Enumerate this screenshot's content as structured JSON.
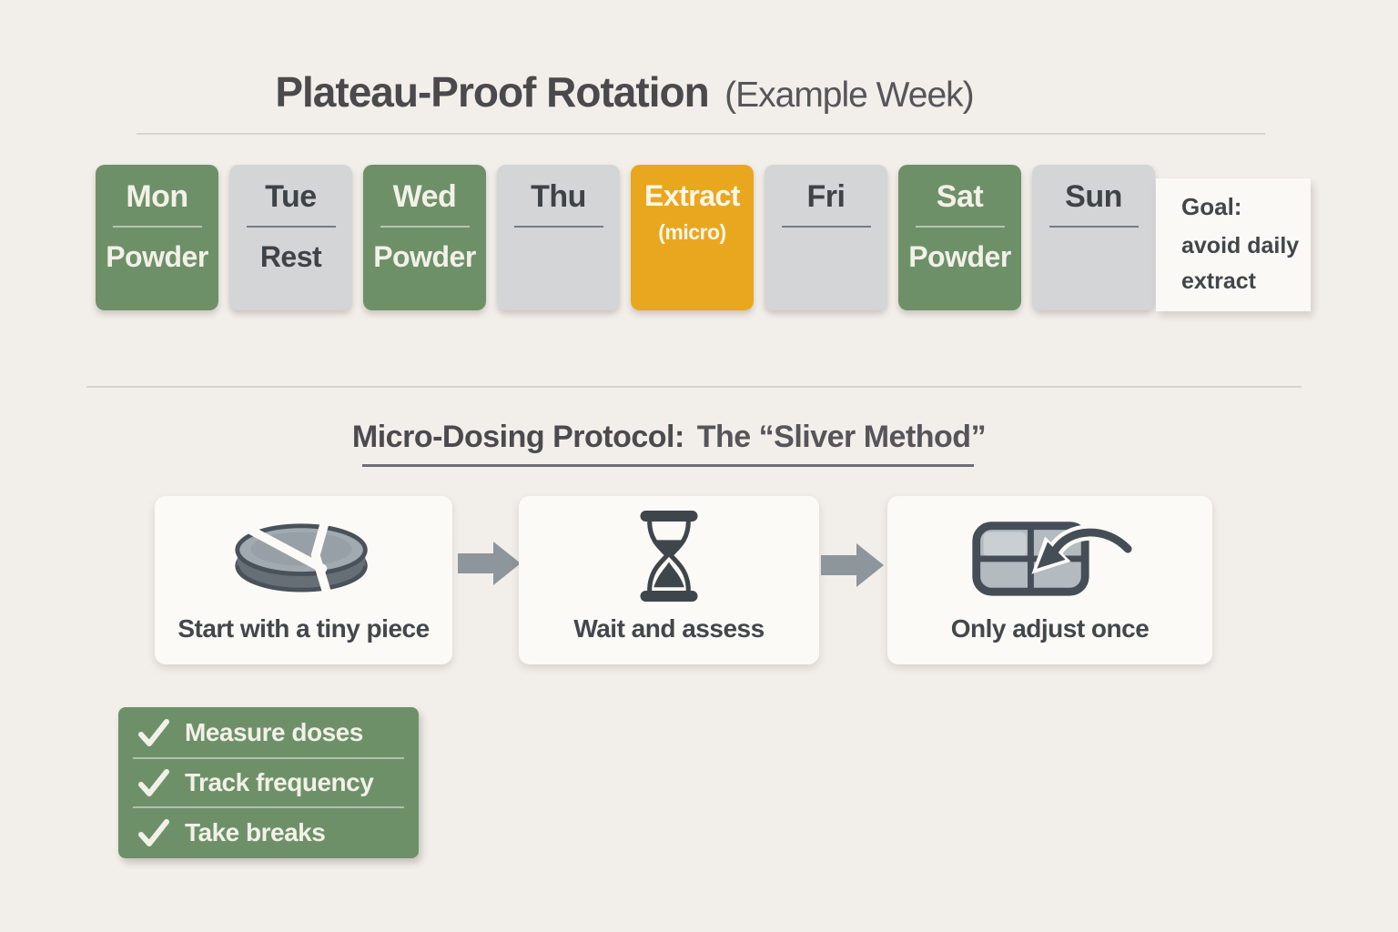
{
  "header": {
    "title": "Plateau-Proof Rotation",
    "title_suffix": "(Example Week)"
  },
  "week": {
    "days": [
      {
        "name": "Mon",
        "value": "Powder",
        "type": "powder"
      },
      {
        "name": "Tue",
        "value": "Rest",
        "type": "rest"
      },
      {
        "name": "Wed",
        "value": "Powder",
        "type": "powder"
      },
      {
        "name": "Thu",
        "value": "",
        "type": "rest"
      },
      {
        "name": "Extract",
        "value": "(micro)",
        "type": "extract"
      },
      {
        "name": "Fri",
        "value": "",
        "type": "rest"
      },
      {
        "name": "Sat",
        "value": "Powder",
        "type": "powder"
      },
      {
        "name": "Sun",
        "value": "",
        "type": "rest"
      }
    ],
    "goal_note": {
      "heading": "Goal:",
      "line1": "avoid daily",
      "line2": "extract"
    }
  },
  "protocol": {
    "heading_strong": "Micro-Dosing Protocol:",
    "heading_rest": "The “Sliver Method”",
    "steps": [
      {
        "label": "Start with a tiny piece",
        "icon": "cut-tablet-icon"
      },
      {
        "label": "Wait and assess",
        "icon": "hourglass-icon"
      },
      {
        "label": "Only adjust once",
        "icon": "tablet-grid-undo-icon"
      }
    ]
  },
  "checklist": {
    "items": [
      {
        "label": "Measure doses"
      },
      {
        "label": "Track frequency"
      },
      {
        "label": "Take breaks"
      }
    ]
  },
  "colors": {
    "background": "#f2eeea",
    "powder_green": "#6d9069",
    "rest_gray": "#d3d5d6",
    "extract_amber": "#e9a720",
    "card_white": "#fbfaf6",
    "text_dark": "#3f4448",
    "arrow_gray": "#8c969b"
  }
}
